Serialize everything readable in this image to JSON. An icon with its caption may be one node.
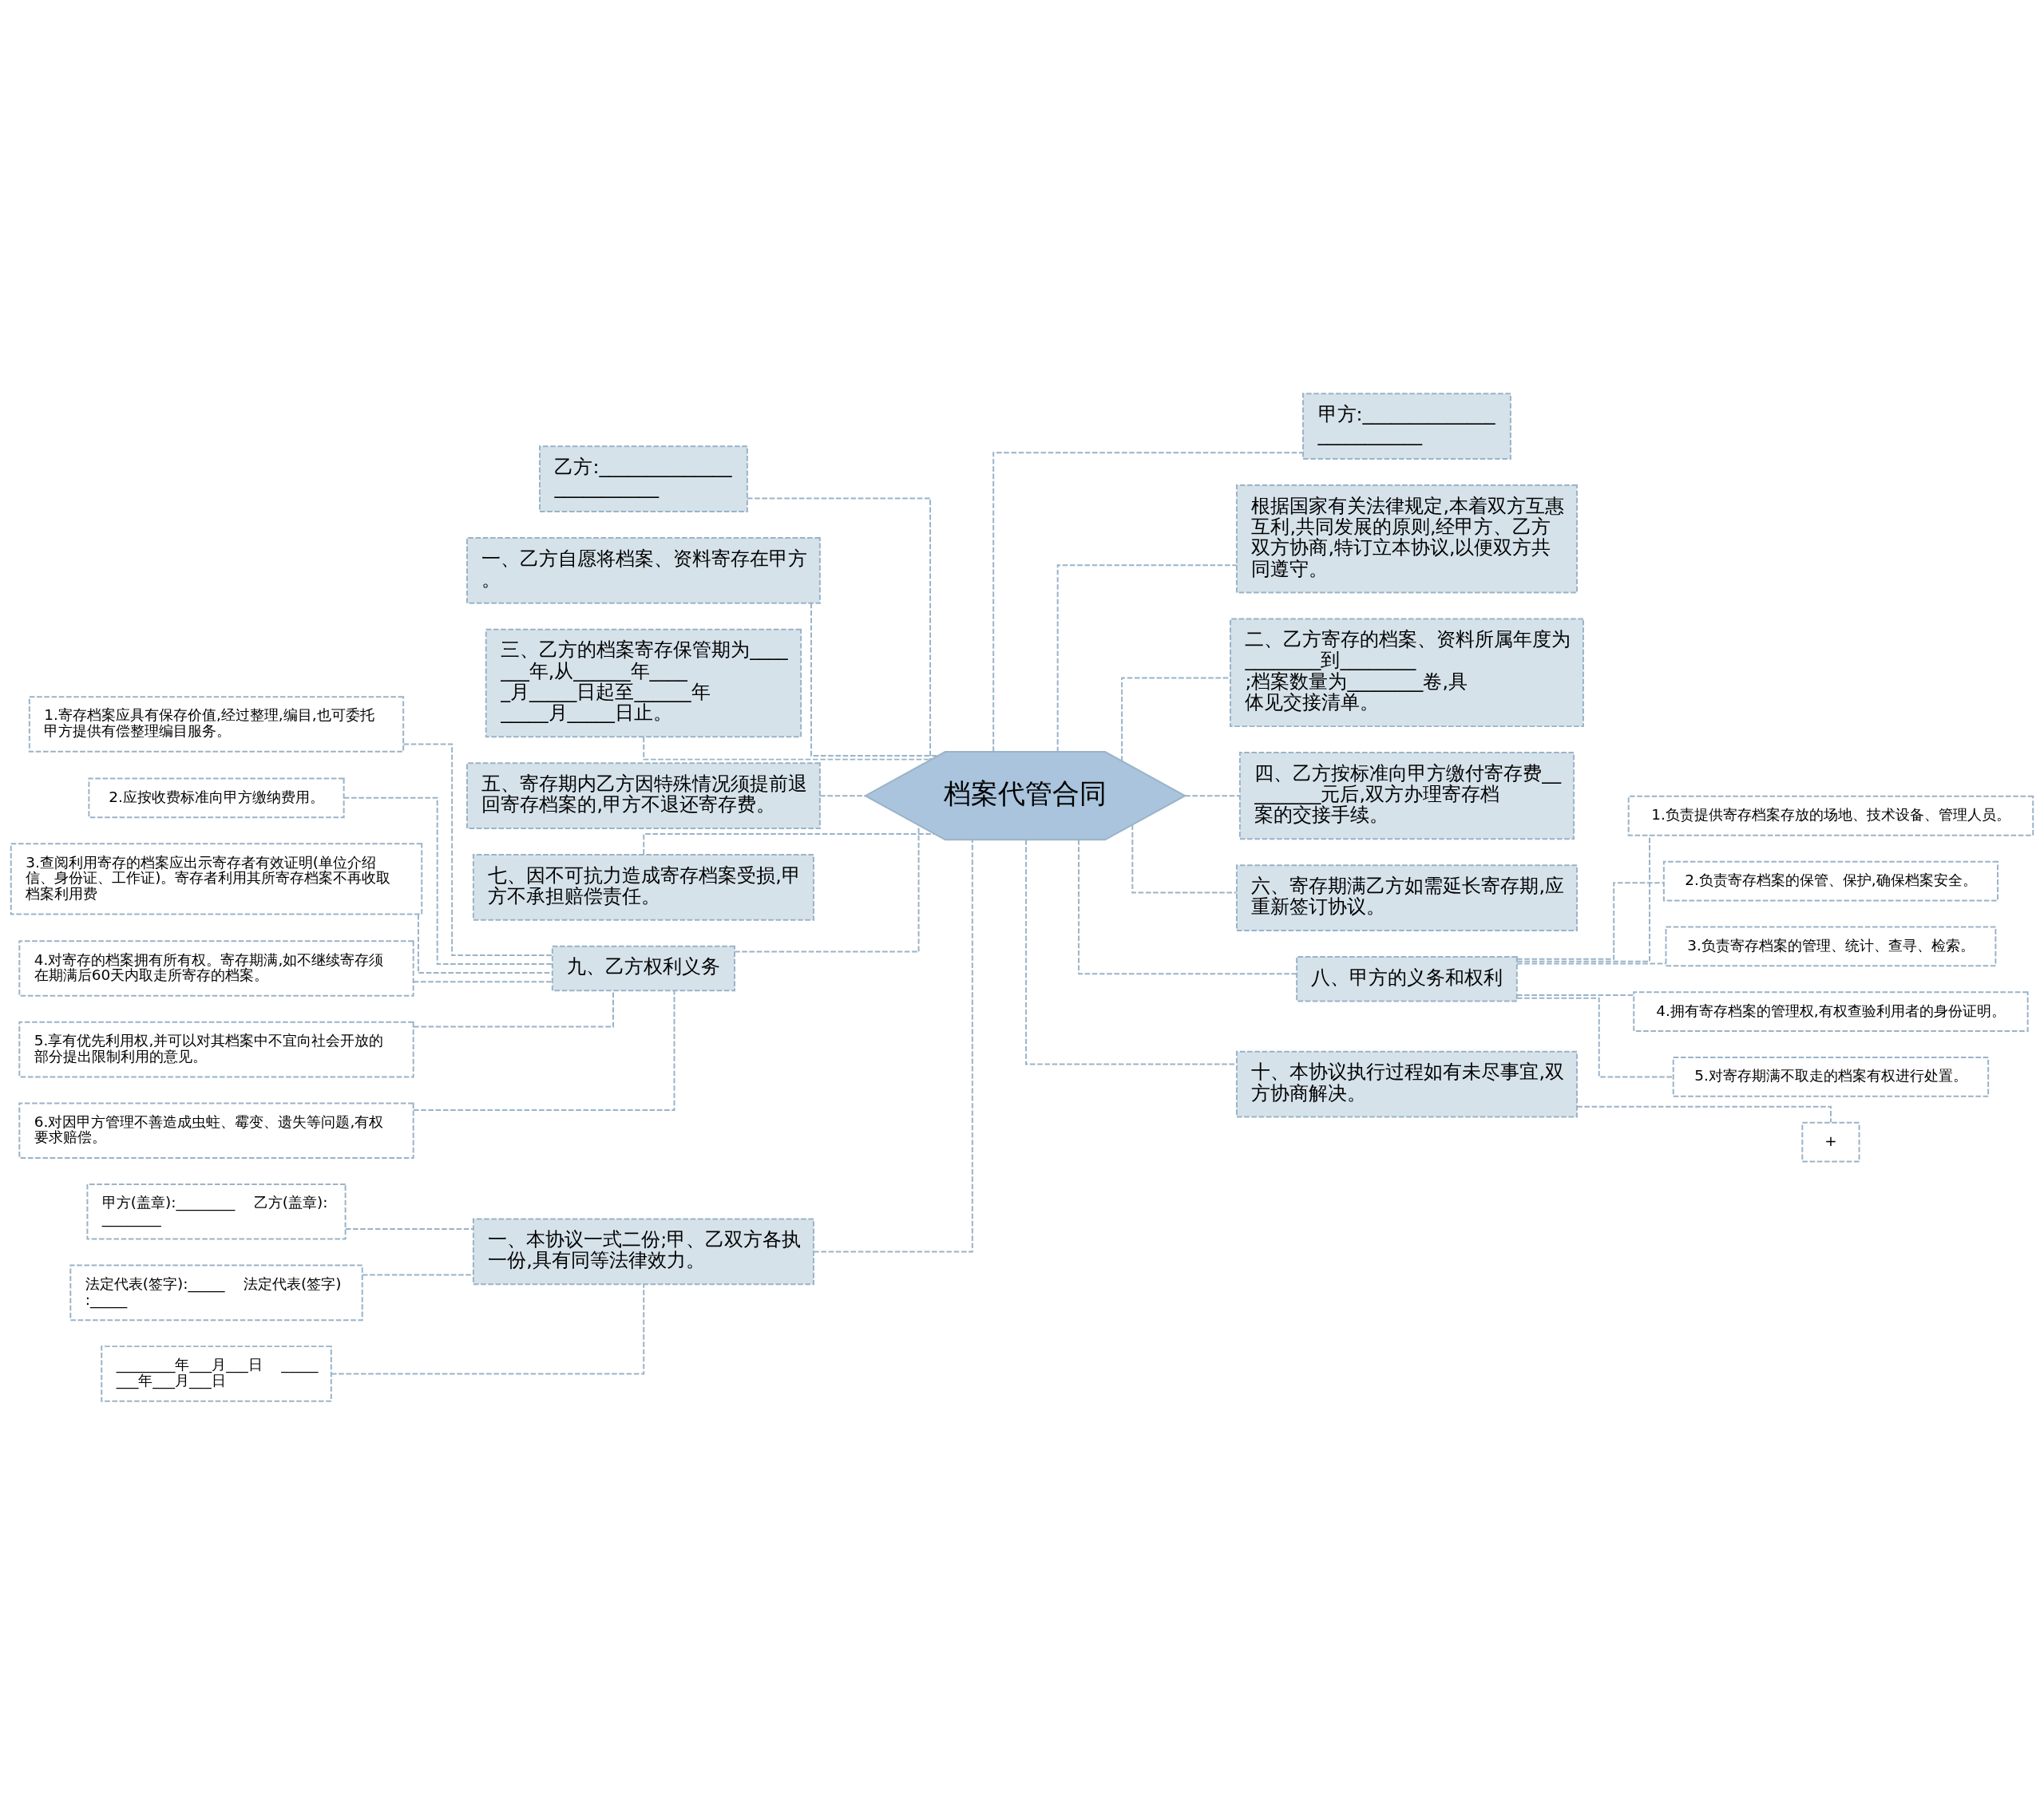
{
  "diagram": {
    "nodes": [
      {
        "text": [
          "档案代管合同"
        ]
      },
      {
        "text": [
          "乙方:_________________________"
        ]
      },
      {
        "text": [
          "一、乙方自愿将档案、资料寄存在甲方。"
        ]
      },
      {
        "text": [
          "三、乙方的档案寄存保管期为_______年,从______年_____月_____日起至______年_____月_____日止。"
        ]
      },
      {
        "text": [
          "五、寄存期内乙方因特殊情况须提前退回寄存档案的,甲方不退还寄存费。"
        ]
      },
      {
        "text": [
          "七、因不可抗力造成寄存档案受损,甲方不承担赔偿责任。"
        ]
      },
      {
        "text": [
          "九、乙方权利义务"
        ]
      },
      {
        "text": [
          "1.寄存档案应具有保存价值,经过整理,编目,也可委托甲方提供有偿整理编目服务。"
        ]
      },
      {
        "text": [
          "2.应按收费标准向甲方缴纳费用。"
        ]
      },
      {
        "text": [
          "3.查阅利用寄存的档案应出示寄存者有效证明(单位介绍信、身份证、工作证)。寄存者利用其所寄存档案不再收取档案利用费"
        ]
      },
      {
        "text": [
          "4.对寄存的档案拥有所有权。寄存期满,如不继续寄存须在期满后60天内取走所寄存的档案。"
        ]
      },
      {
        "text": [
          "5.享有优先利用权,并可以对其档案中不宜向社会开放的部分提出限制利用的意见。"
        ]
      },
      {
        "text": [
          "6.对因甲方管理不善造成虫蛀、霉变、遗失等问题,有权要求赔偿。"
        ]
      },
      {
        "text": [
          "一、本协议一式二份;甲、乙双方各执一份,具有同等法律效力。"
        ]
      },
      {
        "text": [
          "甲方(盖章):________    乙方(盖章):________"
        ]
      },
      {
        "text": [
          "法定代表(签字):_____    法定代表(签字):_____"
        ]
      },
      {
        "text": [
          "________年___月___日    ________年___月___日"
        ]
      },
      {
        "text": [
          "甲方:_________________________"
        ]
      },
      {
        "text": [
          "根据国家有关法律规定,本着双方互惠互利,共同发展的原则,经甲方、乙方双方协商,特订立本协议,以便双方共同遵守。"
        ]
      },
      {
        "text": [
          "二、乙方寄存的档案、资料所属年度为________到________;档案数量为________卷,具体见交接清单。"
        ]
      },
      {
        "text": [
          "四、乙方按标准向甲方缴付寄存费_________元后,双方办理寄存档案的交接手续。"
        ]
      },
      {
        "text": [
          "六、寄存期满乙方如需延长寄存期,应重新签订协议。"
        ]
      },
      {
        "text": [
          "八、甲方的义务和权利"
        ]
      },
      {
        "text": [
          "1.负责提供寄存档案存放的场地、技术设备、管理人员。"
        ]
      },
      {
        "text": [
          "2.负责寄存档案的保管、保护,确保档案安全。"
        ]
      },
      {
        "text": [
          "3.负责寄存档案的管理、统计、查寻、检索。"
        ]
      },
      {
        "text": [
          "4.拥有寄存档案的管理权,有权查验利用者的身份证明。"
        ]
      },
      {
        "text": [
          "5.对寄存期满不取走的档案有权进行处置。"
        ]
      },
      {
        "text": [
          "十、本协议执行过程如有未尽事宜,双方协商解决。"
        ]
      },
      {
        "text": [
          "+"
        ]
      }
    ],
    "edges": [
      {
        "from": 0,
        "to": 1,
        "arrow": "none"
      },
      {
        "from": 0,
        "to": 2,
        "arrow": "none"
      },
      {
        "from": 0,
        "to": 3,
        "arrow": "none"
      },
      {
        "from": 0,
        "to": 4,
        "arrow": "none"
      },
      {
        "from": 0,
        "to": 5,
        "arrow": "none"
      },
      {
        "from": 0,
        "to": 6,
        "arrow": "none"
      },
      {
        "from": 6,
        "to": 7,
        "arrow": "none"
      },
      {
        "from": 6,
        "to": 8,
        "arrow": "none"
      },
      {
        "from": 6,
        "to": 9,
        "arrow": "none"
      },
      {
        "from": 6,
        "to": 10,
        "arrow": "none"
      },
      {
        "from": 6,
        "to": 11,
        "arrow": "none"
      },
      {
        "from": 6,
        "to": 12,
        "arrow": "none"
      },
      {
        "from": 0,
        "to": 13,
        "arrow": "none"
      },
      {
        "from": 13,
        "to": 14,
        "arrow": "none"
      },
      {
        "from": 13,
        "to": 15,
        "arrow": "none"
      },
      {
        "from": 13,
        "to": 16,
        "arrow": "none"
      },
      {
        "from": 0,
        "to": 17,
        "arrow": "none"
      },
      {
        "from": 0,
        "to": 18,
        "arrow": "none"
      },
      {
        "from": 0,
        "to": 19,
        "arrow": "none"
      },
      {
        "from": 0,
        "to": 20,
        "arrow": "none"
      },
      {
        "from": 0,
        "to": 21,
        "arrow": "none"
      },
      {
        "from": 0,
        "to": 22,
        "arrow": "none"
      },
      {
        "from": 22,
        "to": 23,
        "arrow": "none"
      },
      {
        "from": 22,
        "to": 24,
        "arrow": "none"
      },
      {
        "from": 22,
        "to": 25,
        "arrow": "none"
      },
      {
        "from": 22,
        "to": 26,
        "arrow": "none"
      },
      {
        "from": 22,
        "to": 27,
        "arrow": "none"
      },
      {
        "from": 0,
        "to": 28,
        "arrow": "none"
      },
      {
        "from": 28,
        "to": 29,
        "arrow": "none"
      }
    ]
  }
}
